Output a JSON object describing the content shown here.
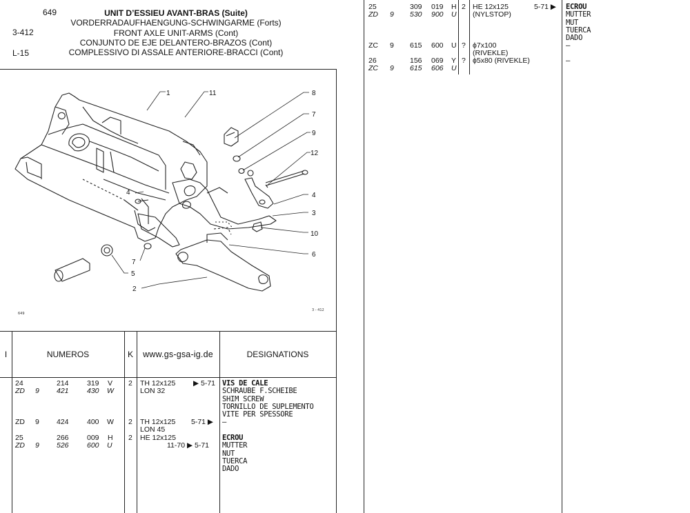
{
  "header": {
    "page_number": "649",
    "ref_code_1": "3-412",
    "ref_code_2": "L-15",
    "titles": [
      "UNIT D’ESSIEU AVANT-BRAS (Suite)",
      "VORDERRADAUFHAENGUNG-SCHWINGARME (Forts)",
      "FRONT AXLE UNIT-ARMS (Cont)",
      "CONJUNTO DE EJE DELANTERO-BRAZOS (Cont)",
      "COMPLESSIVO DI ASSALE ANTERIORE-BRACCI (Cont)"
    ]
  },
  "diagram": {
    "callouts": [
      "1",
      "11",
      "8",
      "7",
      "9",
      "12",
      "4",
      "3",
      "10",
      "6",
      "4",
      "7",
      "5",
      "2"
    ],
    "corner_left": "649",
    "corner_right": "3 - 412"
  },
  "table": {
    "headers": {
      "col_i": "I",
      "numeros": "NUMEROS",
      "col_k": "K",
      "url": "www.gs-gsa-ig.de",
      "designations": "DESIGNATIONS"
    },
    "left_rows": [
      {
        "a": "24",
        "b": "",
        "c": "214",
        "d": "319",
        "e": "V",
        "k": "2",
        "spec": "TH 12x125",
        "date": "▶ 5-71",
        "italic": false
      },
      {
        "a": "ZD",
        "b": "9",
        "c": "421",
        "d": "430",
        "e": "W",
        "k": "",
        "spec": "LON 32",
        "date": "",
        "italic": true
      },
      {
        "a": "ZD",
        "b": "9",
        "c": "424",
        "d": "400",
        "e": "W",
        "k": "2",
        "spec": "TH 12x125",
        "date": "5-71 ▶",
        "italic": false
      },
      {
        "a": "",
        "b": "",
        "c": "",
        "d": "",
        "e": "",
        "k": "",
        "spec": "LON 45",
        "date": "",
        "italic": false
      },
      {
        "a": "25",
        "b": "",
        "c": "266",
        "d": "009",
        "e": "H",
        "k": "2",
        "spec": "HE 12x125",
        "date": "",
        "italic": false
      },
      {
        "a": "ZD",
        "b": "9",
        "c": "526",
        "d": "600",
        "e": "U",
        "k": "",
        "spec": "",
        "date": "11-70   ▶ 5-71",
        "italic": true
      }
    ],
    "left_desig_1": [
      "VIS DE CALE",
      "SCHRAUBE F.SCHEIBE",
      "SHIM SCREW",
      "TORNILLO DE SUPLEMENTO",
      "VITE PER SPESSORE"
    ],
    "left_desig_2": "–",
    "left_desig_3": [
      "ECROU",
      "MUTTER",
      "NUT",
      "TUERCA",
      "DADO"
    ],
    "right_rows": [
      {
        "a": "25",
        "b": "",
        "c": "309",
        "d": "019",
        "e": "H",
        "k": "2",
        "spec": "HE 12x125",
        "spec2": "(NYLSTOP)",
        "date": "5-71 ▶",
        "italic": false
      },
      {
        "a": "ZD",
        "b": "9",
        "c": "530",
        "d": "900",
        "e": "U",
        "k": "",
        "spec": "",
        "spec2": "",
        "date": "",
        "italic": true
      },
      {
        "a": "ZC",
        "b": "9",
        "c": "615",
        "d": "600",
        "e": "U",
        "k": "?",
        "spec": "ϕ7x100",
        "spec2": "(RIVEKLE)",
        "date": "",
        "italic": false
      },
      {
        "a": "26",
        "b": "",
        "c": "156",
        "d": "069",
        "e": "Y",
        "k": "?",
        "spec": "ϕ5x80 (RIVEKLE)",
        "spec2": "",
        "date": "",
        "italic": false
      },
      {
        "a": "ZC",
        "b": "9",
        "c": "615",
        "d": "606",
        "e": "U",
        "k": "",
        "spec": "",
        "spec2": "",
        "date": "",
        "italic": true
      }
    ],
    "right_desig_1": [
      "ECROU",
      "MUTTER",
      "MUT",
      "TUERCA",
      "DADO"
    ],
    "right_desig_2": "–",
    "right_desig_3": "–"
  }
}
